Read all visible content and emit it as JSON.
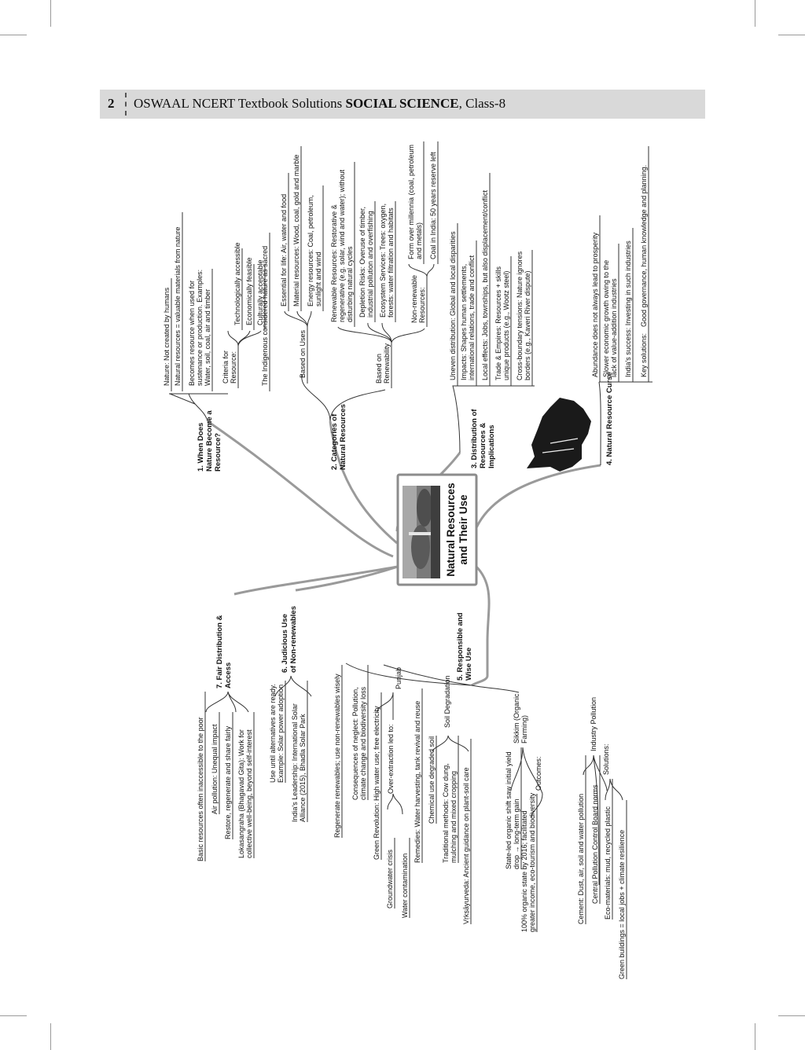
{
  "header": {
    "page_number": "2",
    "title_prefix": "OSWAAL NCERT Textbook Solutions ",
    "title_bold": "SOCIAL SCIENCE",
    "title_suffix": ", Class-8"
  },
  "central_topic": {
    "line1": "Natural Resources",
    "line2": "and Their Use"
  },
  "branches": {
    "b1": {
      "title": [
        "1. When Does",
        "Nature Become a",
        "Resource?"
      ],
      "nature": "Nature: Not created by humans",
      "natural_resources": "Natural resources = valuable materials from nature",
      "becomes_resource": [
        "Becomes resource when used for",
        "sustenance or production. Examples:",
        "Water, soil, coal, air and timber"
      ],
      "criteria_label": [
        "Criteria for",
        "Resource:"
      ],
      "criteria": [
        "Technologically accessible",
        "Economically feasible",
        "Culturally acceptable"
      ],
      "indigenous": "The Indigenous considered nature as sacred"
    },
    "b2": {
      "title": [
        "2. Categories of",
        "Natural Resources"
      ],
      "based_on_uses": "Based on Uses",
      "uses": {
        "essential": "Essential for life: Air, water and food",
        "material": "Material resources: Wood, coal, gold and marble",
        "energy": [
          "Energy resources: Coal, petroleum,",
          "sunlight and wind"
        ]
      },
      "based_on_renewability": [
        "Based on",
        "Renewability"
      ],
      "renewability": {
        "renewable": [
          "Renewable Resources: Restorative &",
          "regenerative (e.g. solar, wind and water); without",
          "disturbing natural cycles"
        ],
        "depletion": [
          "Depletion Risks: Overuse of timber,",
          "industrial pollution and overfishing"
        ],
        "ecosystem": [
          "Ecosystem Services: Trees: oxygen,",
          "forests: water filtration and habitats"
        ],
        "nonrenewable_label": [
          "Non-renewable",
          "Resources:"
        ],
        "form": [
          "Form over millennia (coal, petroleum",
          "and metals)"
        ],
        "coal": "Coal in India: 50 years reserve left"
      }
    },
    "b3": {
      "title": [
        "3. Distribution of",
        "Resources &",
        "Implications"
      ],
      "uneven": "Uneven distribution: Global and local disparities",
      "impacts": [
        "Impacts: Shapes human settlements,",
        "international relations, trade and conflict"
      ],
      "local_effects": "Local effects: Jobs, townships, but also displacement/conflict",
      "trade": [
        "Trade & Empires: Resources + skills",
        "unique products (e.g., Wootz steel)"
      ],
      "cross_boundary": [
        "Cross-boundary tensions: Nature ignores",
        "borders (e.g., Kaveri River dispute)"
      ]
    },
    "b4": {
      "title": "4. Natural Resource Curse",
      "abundance": "Abundance does not always lead to prosperity",
      "slower": [
        "Slower economic growth owing to the",
        "lack of value-addition industries"
      ],
      "india_success": "India's success: Investing in such industries",
      "key_solutions_label": "Key solutions:",
      "key_solutions": "Good governance, human knowledge and planning."
    },
    "b5": {
      "title": [
        "5. Responsible and",
        "Wise Use"
      ],
      "regenerate": "Regenerate renewables; use non-renewables wisely",
      "consequences": [
        "Consequences of neglect: Pollution,",
        "climate change and biodiversity loss"
      ],
      "punjab": "Punjab",
      "green_revolution": "Green Revolution: High water use; free electricity",
      "over_extraction": "Over-extraction led to:",
      "groundwater": "Groundwater crisis",
      "water_contamination": "Water contamination",
      "remedies": "Remedies: Water harvesting, tank revival and reuse",
      "soil_degradation": "Soil Degradation",
      "chemical": "Chemical use degraded soil",
      "traditional": [
        "Traditional methods: Cow dung,",
        "mulching and mixed cropping"
      ],
      "vrikshayurveda": "Vṛkṣāyurveda: Ancient guidance on plant-soil care",
      "sikkim": [
        "Sikkim (Organic",
        "Farming)"
      ],
      "state_led": [
        "State-led organic shift saw initial yield",
        "drop → long-term gain"
      ],
      "outcomes": "Outcomes:",
      "organic_state": [
        "100% organic state by 2016; facilitated",
        "greater income, eco-tourism and biodiversity"
      ],
      "industry_pollution": "Industry Pollution",
      "cement": "Cement: Dust, air, soil and water pollution",
      "cpcb": "Central Pollution Control Board norms",
      "solutions": "Solutions:",
      "eco_materials": "Eco-materials: mud, recycled plastic",
      "green_buildings": "Green buildings = local jobs + climate resilience"
    },
    "b6": {
      "title": [
        "6. Judicious Use",
        "of Non-renewables"
      ],
      "use_until": [
        "Use until alternatives are ready.",
        "Example: Solar power adoption"
      ],
      "india_leadership": [
        "India's Leadership: International Solar",
        "Alliance (2015), Bhadla Solar Park"
      ]
    },
    "b7": {
      "title": [
        "7. Fair Distribution &",
        "Access"
      ],
      "basic": "Basic resources often inaccessible to the poor",
      "air_pollution": "Air pollution: Unequal impact",
      "restore": "Restore, regenerate and share fairly",
      "lokasangraha": [
        "Lokasangraha (Bhagavad Gita): Work for",
        "collective well-being, beyond self-interest"
      ]
    }
  }
}
